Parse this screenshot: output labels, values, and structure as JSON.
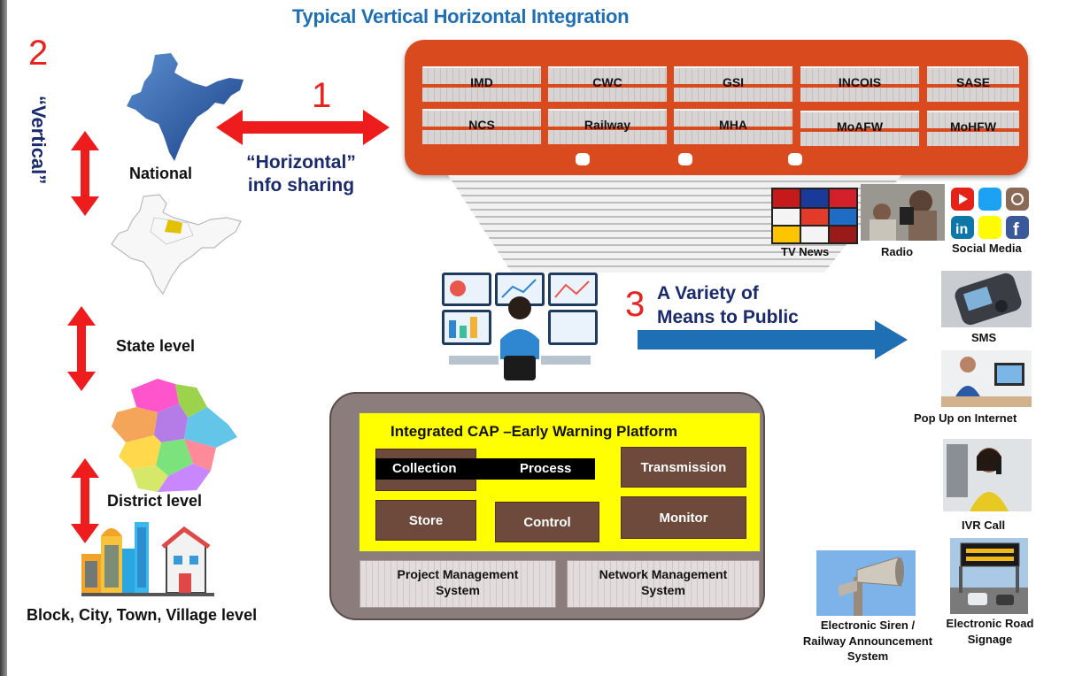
{
  "title": "Typical Vertical Horizontal Integration",
  "vertical": {
    "number": "2",
    "label": "“Vertical”",
    "levels": [
      "National",
      "State level",
      "District level",
      "Block, City, Town, Village level"
    ]
  },
  "horizontal": {
    "number": "1",
    "label_line1": "“Horizontal”",
    "label_line2": "info sharing"
  },
  "agencies": [
    "IMD",
    "CWC",
    "GSI",
    "INCOIS",
    "SASE",
    "NCS",
    "Railway",
    "MHA",
    "MoAFW",
    "MoHFW"
  ],
  "media": [
    "TV News",
    "Radio",
    "Social Media"
  ],
  "dissemination": {
    "number": "3",
    "line1": "A Variety of",
    "line2": "Means to Public"
  },
  "channels": {
    "sms": "SMS",
    "popup": "Pop Up on Internet",
    "ivr": "IVR Call",
    "siren_l1": "Electronic Siren /",
    "siren_l2": "Railway Announcement",
    "siren_l3": "System",
    "signage_l1": "Electronic Road",
    "signage_l2": "Signage"
  },
  "platform": {
    "title": "Integrated CAP –Early Warning Platform",
    "modules": [
      "Collection",
      "Process",
      "Transmission",
      "Store",
      "Control",
      "Monitor"
    ],
    "systems": [
      {
        "line1": "Project Management",
        "line2": "System"
      },
      {
        "line1": "Network Management",
        "line2": "System"
      }
    ]
  },
  "colors": {
    "title_blue": "#1f6fb5",
    "navy": "#1a2a6c",
    "accent_red": "#e8231f",
    "agency_panel": "#d94a1e",
    "arrow_blue": "#1f6fb5",
    "platform_yellow": "#ffff00",
    "module_brown": "#6e4a3c"
  },
  "icons": [
    "india-map-icon",
    "state-map-icon",
    "district-map-icon",
    "city-buildings-icon",
    "control-room-icon",
    "tv-news-icon",
    "radio-icon",
    "social-media-icon",
    "sms-phone-icon",
    "computer-user-icon",
    "ivr-call-icon",
    "siren-icon",
    "road-signage-icon"
  ]
}
